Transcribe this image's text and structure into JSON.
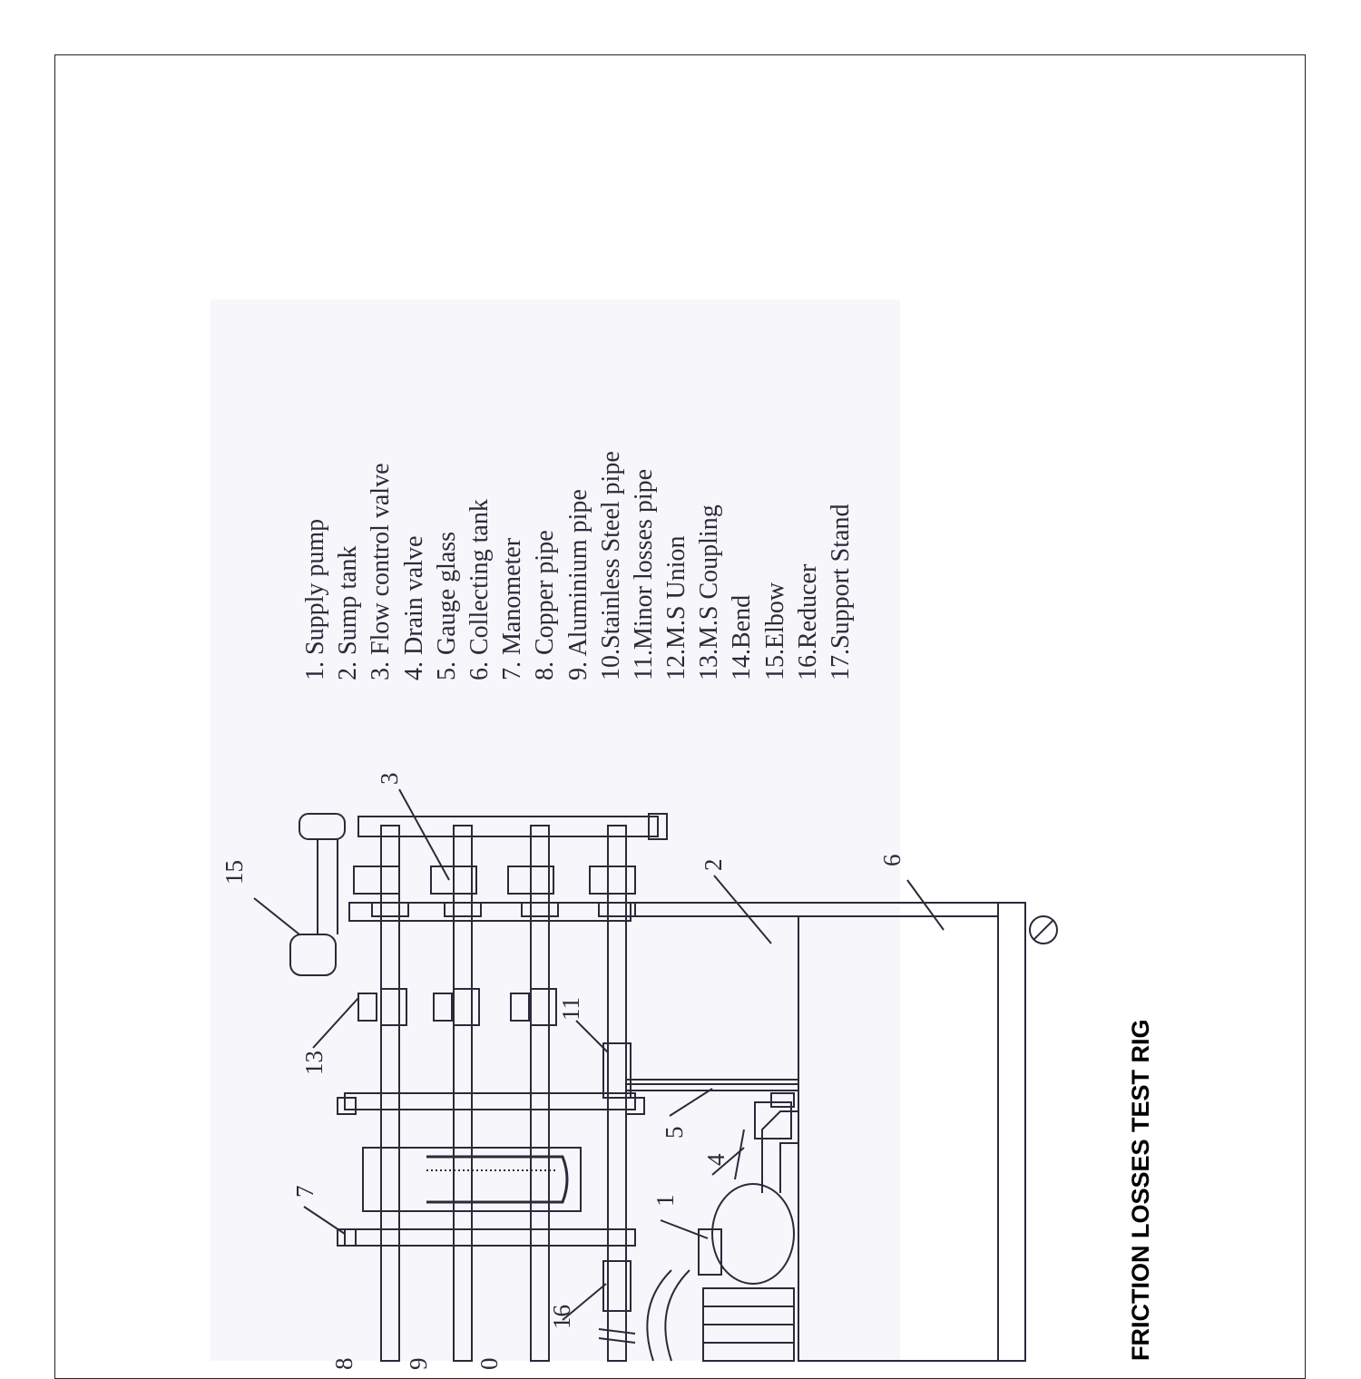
{
  "title": "FRICTION LOSSES TEST RIG",
  "legend": [
    "1. Supply pump",
    "2. Sump tank",
    "3. Flow control valve",
    "4. Drain valve",
    "5. Gauge glass",
    "6. Collecting tank",
    "7. Manometer",
    "8. Copper pipe",
    "9. Aluminium pipe",
    "10.Stainless Steel pipe",
    "11.Minor losses pipe",
    "12.M.S Union",
    "13.M.S Coupling",
    "14.Bend",
    "15.Elbow",
    "16.Reducer",
    "17.Support Stand"
  ],
  "callouts": {
    "c1": "1",
    "c2": "2",
    "c3": "3",
    "c4": "4",
    "c5": "5",
    "c6": "6",
    "c7": "7",
    "c8": "8",
    "c9": "9",
    "c10": "0",
    "c11": "11",
    "c13": "13",
    "c15": "15",
    "c16": "16"
  },
  "colors": {
    "line": "#2a2a3a",
    "tint": "#f7f7fb"
  }
}
